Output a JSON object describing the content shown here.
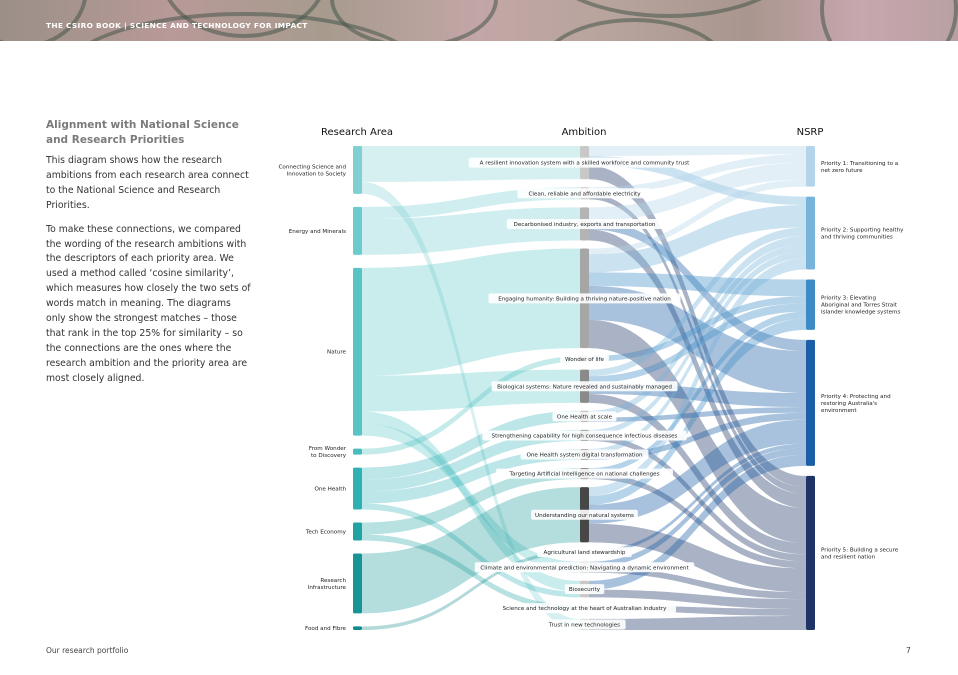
{
  "header": {
    "banner_title": "THE CSIRO BOOK | SCIENCE AND TECHNOLOGY FOR IMPACT"
  },
  "sidebar": {
    "heading": "Alignment with National Science and Research Priorities",
    "paragraphs": [
      "This diagram shows how the research ambitions from each research area connect to the National Science and Research Priorities.",
      "To make these connections, we compared the wording of the research ambitions with the descriptors of each priority area. We used a method called ‘cosine similarity’, which measures how closely the two sets of words match in meaning. The diagrams only show the strongest matches – those that rank in the top 25% for similarity – so the connections are the ones where the research ambition and the priority area are most closely aligned."
    ]
  },
  "footer": {
    "section": "Our research portfolio",
    "page_number": "7"
  },
  "chart_data": {
    "type": "sankey",
    "columns": [
      "Research Area",
      "Ambition",
      "NSRP"
    ],
    "research_areas": [
      {
        "id": "csis",
        "label": "Connecting Science and Innovation to Society",
        "color": "#7fcfd3"
      },
      {
        "id": "em",
        "label": "Energy and Minerals",
        "color": "#6ccbcd"
      },
      {
        "id": "nat",
        "label": "Nature",
        "color": "#58c4c6"
      },
      {
        "id": "fwd",
        "label": "From Wonder to Discovery",
        "color": "#47bdbf"
      },
      {
        "id": "oh",
        "label": "One Health",
        "color": "#2fb1b3"
      },
      {
        "id": "te",
        "label": "Tech Economy",
        "color": "#22a3a3"
      },
      {
        "id": "ri",
        "label": "Research Infrastructure",
        "color": "#179594"
      },
      {
        "id": "ff",
        "label": "Food and Fibre",
        "color": "#12898a"
      }
    ],
    "ambitions": [
      {
        "id": "a1",
        "label": "A resilient innovation system with a skilled workforce and community trust",
        "color": "#c8c8c8"
      },
      {
        "id": "a2",
        "label": "Clean, reliable and affordable electricity",
        "color": "#c8c8c8"
      },
      {
        "id": "a3",
        "label": "Decarbonised industry, exports and transportation",
        "color": "#b4b4b4"
      },
      {
        "id": "a4",
        "label": "Engaging humanity: Building a thriving nature-positive nation",
        "color": "#a6a6a6"
      },
      {
        "id": "a5",
        "label": "Wonder of life",
        "color": "#a0a0a0"
      },
      {
        "id": "a6",
        "label": "Biological systems: Nature revealed and sustainably managed",
        "color": "#8a8a8a"
      },
      {
        "id": "a7",
        "label": "One Health at scale",
        "color": "#808080"
      },
      {
        "id": "a8",
        "label": "Strengthening capability for high consequence infectious diseases",
        "color": "#6e6e6e"
      },
      {
        "id": "a9",
        "label": "One Health system digital transformation",
        "color": "#707070"
      },
      {
        "id": "a10",
        "label": "Targeting Artificial Intelligence on national challenges",
        "color": "#5a5a5a"
      },
      {
        "id": "a11",
        "label": "Understanding our natural systems",
        "color": "#474747"
      },
      {
        "id": "a12",
        "label": "Agricultural land stewardship",
        "color": "#c8c8c8"
      },
      {
        "id": "a13",
        "label": "Climate and environmental prediction: Navigating a dynamic environment",
        "color": "#c4c4c4"
      },
      {
        "id": "a14",
        "label": "Biosecurity",
        "color": "#c8c8c8"
      },
      {
        "id": "a15",
        "label": "Science and technology at the heart of Australian industry",
        "color": "#c4c4c4"
      },
      {
        "id": "a16",
        "label": "Trust in new technologies",
        "color": "#c8c8c8"
      }
    ],
    "priorities": [
      {
        "id": "p1",
        "label": "Priority 1: Transitioning to a net zero future",
        "color": "#b3d4ea"
      },
      {
        "id": "p2",
        "label": "Priority 2: Supporting healthy and thriving communities",
        "color": "#77b3da"
      },
      {
        "id": "p3",
        "label": "Priority 3: Elevating Aboriginal and Torres Strait Islander knowledge systems",
        "color": "#3d8bc6"
      },
      {
        "id": "p4",
        "label": "Priority 4: Protecting and restoring Australia's environment",
        "color": "#1b5ea8"
      },
      {
        "id": "p5",
        "label": "Priority 5: Building a secure and resilient nation",
        "color": "#1f3466"
      }
    ],
    "links_area_to_ambition": [
      {
        "source": "csis",
        "target": "a1",
        "value": 3
      },
      {
        "source": "csis",
        "target": "a16",
        "value": 1
      },
      {
        "source": "em",
        "target": "a2",
        "value": 1
      },
      {
        "source": "em",
        "target": "a3",
        "value": 3
      },
      {
        "source": "nat",
        "target": "a4",
        "value": 9
      },
      {
        "source": "nat",
        "target": "a6",
        "value": 3
      },
      {
        "source": "nat",
        "target": "a14",
        "value": 1
      },
      {
        "source": "nat",
        "target": "a13",
        "value": 1
      },
      {
        "source": "fwd",
        "target": "a5",
        "value": 0.5
      },
      {
        "source": "oh",
        "target": "a7",
        "value": 1
      },
      {
        "source": "oh",
        "target": "a8",
        "value": 1
      },
      {
        "source": "oh",
        "target": "a9",
        "value": 1
      },
      {
        "source": "oh",
        "target": "a14",
        "value": 0.5
      },
      {
        "source": "te",
        "target": "a10",
        "value": 1
      },
      {
        "source": "te",
        "target": "a15",
        "value": 0.5
      },
      {
        "source": "ri",
        "target": "a11",
        "value": 5
      },
      {
        "source": "ff",
        "target": "a12",
        "value": 0.3
      }
    ],
    "links_ambition_to_priority": [
      {
        "source": "a1",
        "target": "p1",
        "value": 0.6
      },
      {
        "source": "a1",
        "target": "p2",
        "value": 0.6
      },
      {
        "source": "a1",
        "target": "p5",
        "value": 0.8
      },
      {
        "source": "a2",
        "target": "p1",
        "value": 0.6
      },
      {
        "source": "a2",
        "target": "p5",
        "value": 0.5
      },
      {
        "source": "a3",
        "target": "p1",
        "value": 1.2
      },
      {
        "source": "a3",
        "target": "p4",
        "value": 0.8
      },
      {
        "source": "a3",
        "target": "p5",
        "value": 1
      },
      {
        "source": "a4",
        "target": "p1",
        "value": 0.5
      },
      {
        "source": "a4",
        "target": "p2",
        "value": 1.6
      },
      {
        "source": "a4",
        "target": "p3",
        "value": 1.2
      },
      {
        "source": "a4",
        "target": "p4",
        "value": 3
      },
      {
        "source": "a4",
        "target": "p5",
        "value": 2.5
      },
      {
        "source": "a5",
        "target": "p3",
        "value": 0.5
      },
      {
        "source": "a6",
        "target": "p2",
        "value": 0.6
      },
      {
        "source": "a6",
        "target": "p3",
        "value": 0.6
      },
      {
        "source": "a6",
        "target": "p4",
        "value": 1
      },
      {
        "source": "a6",
        "target": "p5",
        "value": 0.8
      },
      {
        "source": "a7",
        "target": "p2",
        "value": 0.6
      },
      {
        "source": "a7",
        "target": "p4",
        "value": 0.4
      },
      {
        "source": "a8",
        "target": "p2",
        "value": 0.5
      },
      {
        "source": "a8",
        "target": "p5",
        "value": 0.5
      },
      {
        "source": "a9",
        "target": "p2",
        "value": 0.5
      },
      {
        "source": "a9",
        "target": "p4",
        "value": 0.5
      },
      {
        "source": "a10",
        "target": "p3",
        "value": 0.5
      },
      {
        "source": "a10",
        "target": "p5",
        "value": 0.5
      },
      {
        "source": "a11",
        "target": "p2",
        "value": 0.8
      },
      {
        "source": "a11",
        "target": "p3",
        "value": 0.8
      },
      {
        "source": "a11",
        "target": "p4",
        "value": 1.7
      },
      {
        "source": "a11",
        "target": "p5",
        "value": 1.7
      },
      {
        "source": "a12",
        "target": "p4",
        "value": 0.3
      },
      {
        "source": "a13",
        "target": "p4",
        "value": 0.5
      },
      {
        "source": "a13",
        "target": "p5",
        "value": 0.5
      },
      {
        "source": "a14",
        "target": "p4",
        "value": 0.8
      },
      {
        "source": "a14",
        "target": "p5",
        "value": 0.7
      },
      {
        "source": "a15",
        "target": "p5",
        "value": 0.5
      },
      {
        "source": "a16",
        "target": "p5",
        "value": 1
      }
    ]
  }
}
